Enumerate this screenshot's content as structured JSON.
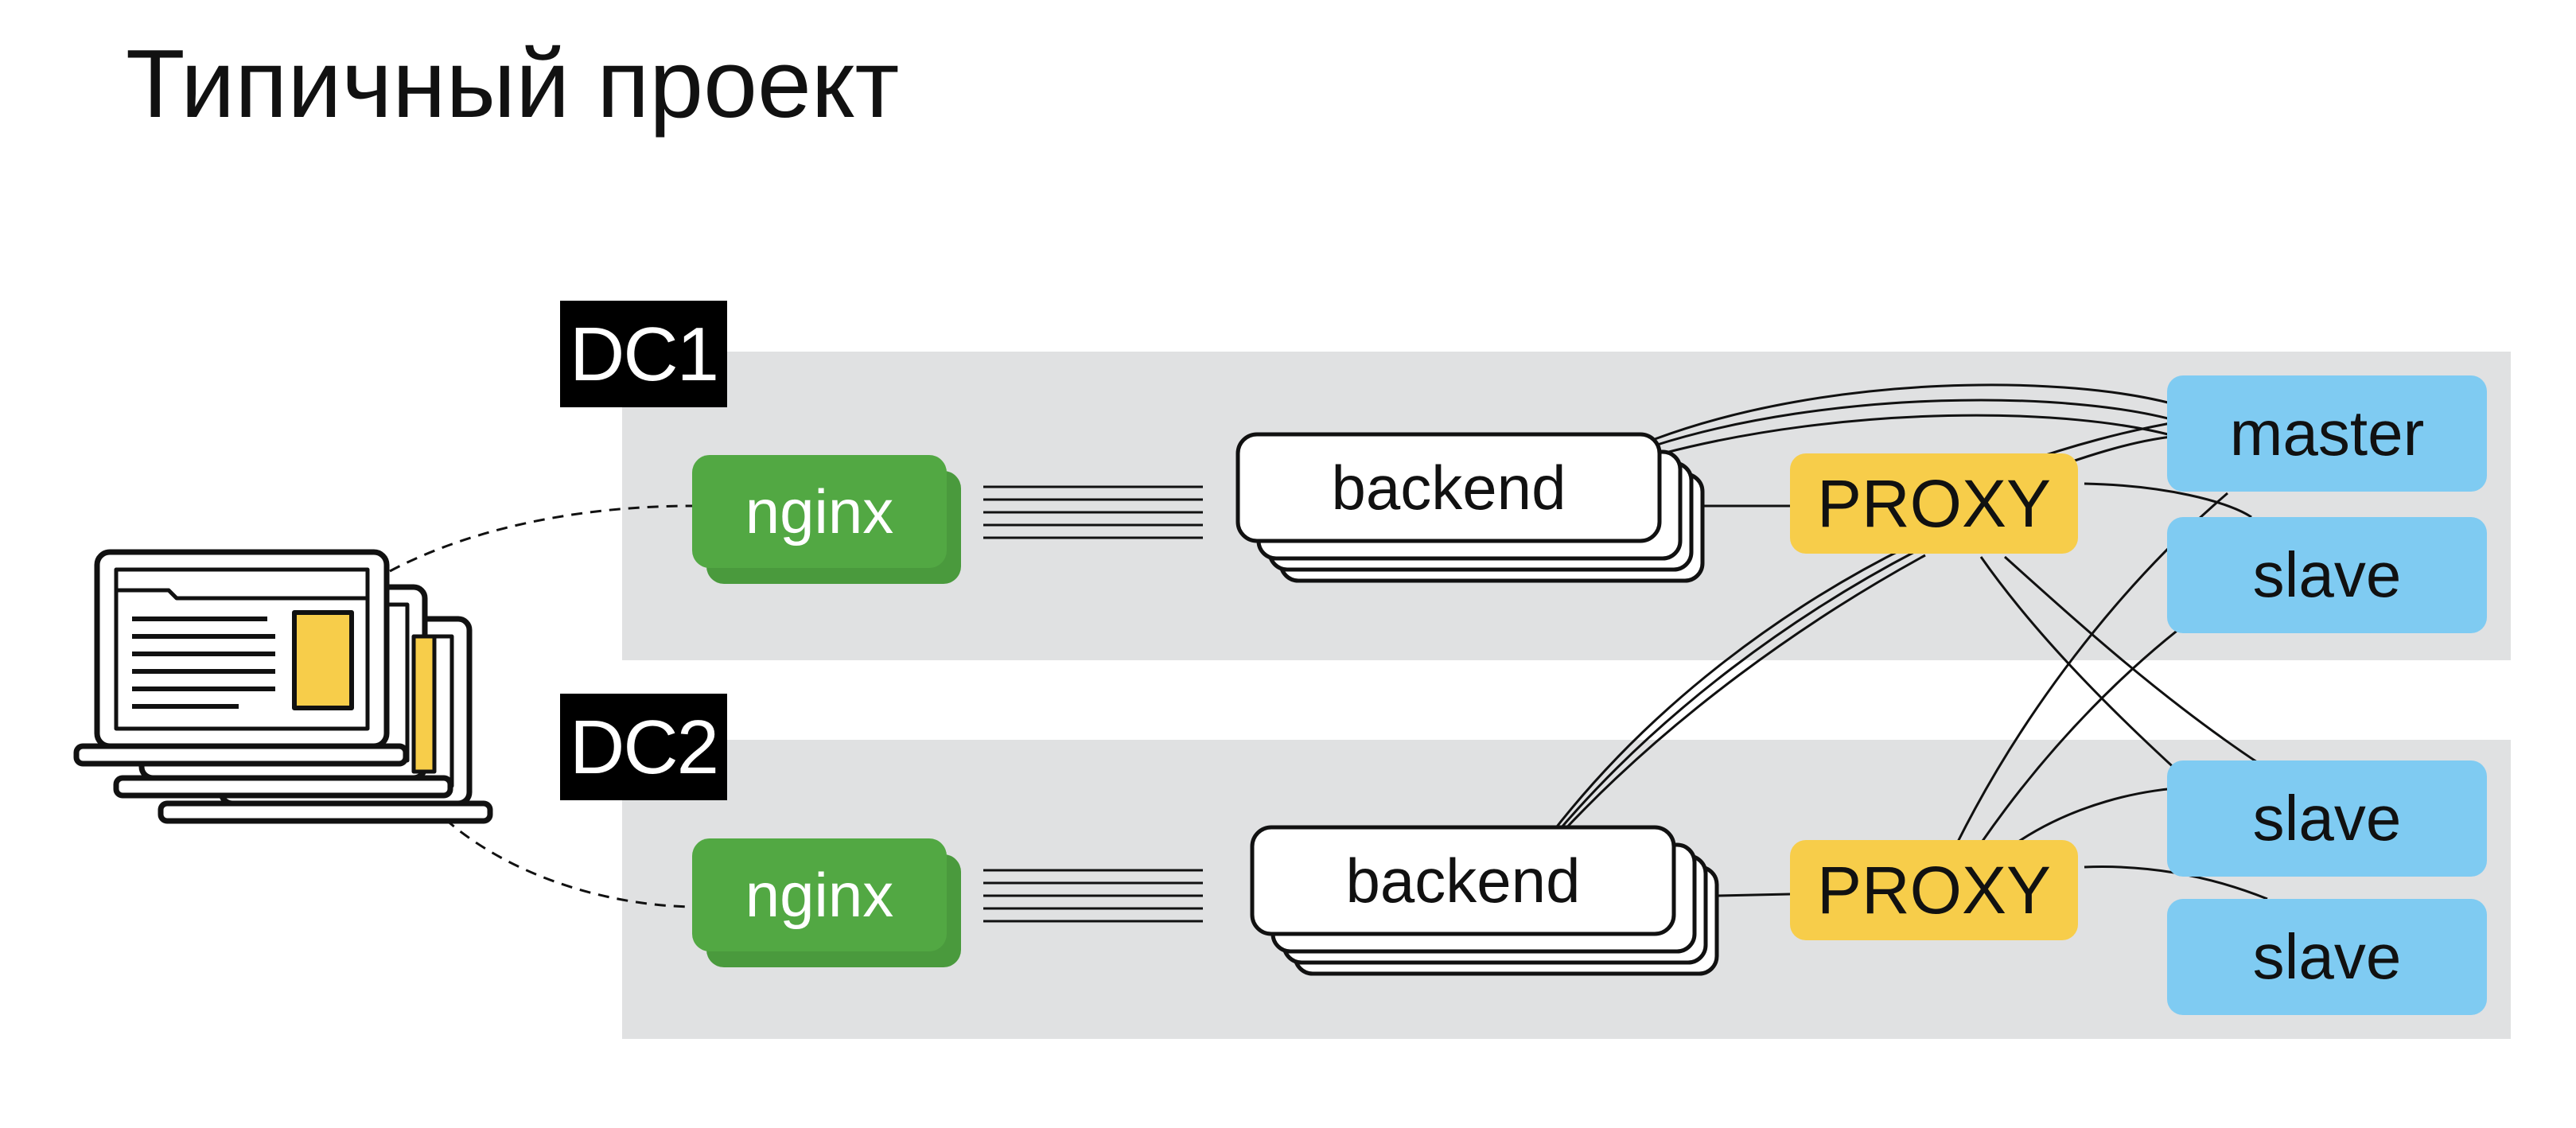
{
  "title": "Типичный проект",
  "datacenters": [
    {
      "label": "DC1",
      "nginx": "nginx",
      "backend": "backend",
      "proxy": "PROXY"
    },
    {
      "label": "DC2",
      "nginx": "nginx",
      "backend": "backend",
      "proxy": "PROXY"
    }
  ],
  "databases": [
    "master",
    "slave",
    "slave",
    "slave"
  ],
  "colors": {
    "nginx": "#52a843",
    "proxy": "#f7cd4a",
    "db": "#7fcbf2",
    "band": "#e0e1e2",
    "label_bg": "#000000"
  },
  "icons": {
    "client": "laptop-stack-icon"
  }
}
